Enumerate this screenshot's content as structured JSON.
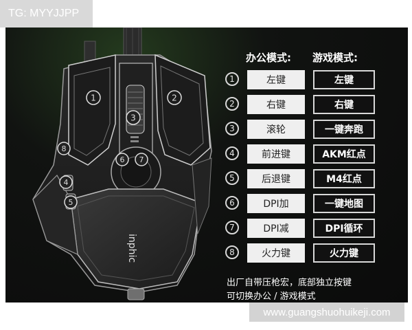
{
  "watermarks": {
    "top": "TG: MYYJJPP",
    "bottom": "www.guangshuohuikeji.com"
  },
  "headers": {
    "office": "办公模式:",
    "game": "游戏模式:"
  },
  "mouse": {
    "brand": "inphic",
    "callouts": [
      "1",
      "2",
      "3",
      "4",
      "5",
      "6",
      "7",
      "8"
    ]
  },
  "rows": [
    {
      "num": "1",
      "office": "左键",
      "game": "左键"
    },
    {
      "num": "2",
      "office": "右键",
      "game": "右键"
    },
    {
      "num": "3",
      "office": "滚轮",
      "game": "一键奔跑"
    },
    {
      "num": "4",
      "office": "前进键",
      "game": "AKM红点"
    },
    {
      "num": "5",
      "office": "后退键",
      "game": "M4红点"
    },
    {
      "num": "6",
      "office": "DPI加",
      "game": "一键地图"
    },
    {
      "num": "7",
      "office": "DPI减",
      "game": "DPI循环"
    },
    {
      "num": "8",
      "office": "火力键",
      "game": "火力键"
    }
  ],
  "note": {
    "line1": "出厂自带压枪宏，底部独立按键",
    "line2": "可切换办公 / 游戏模式"
  }
}
